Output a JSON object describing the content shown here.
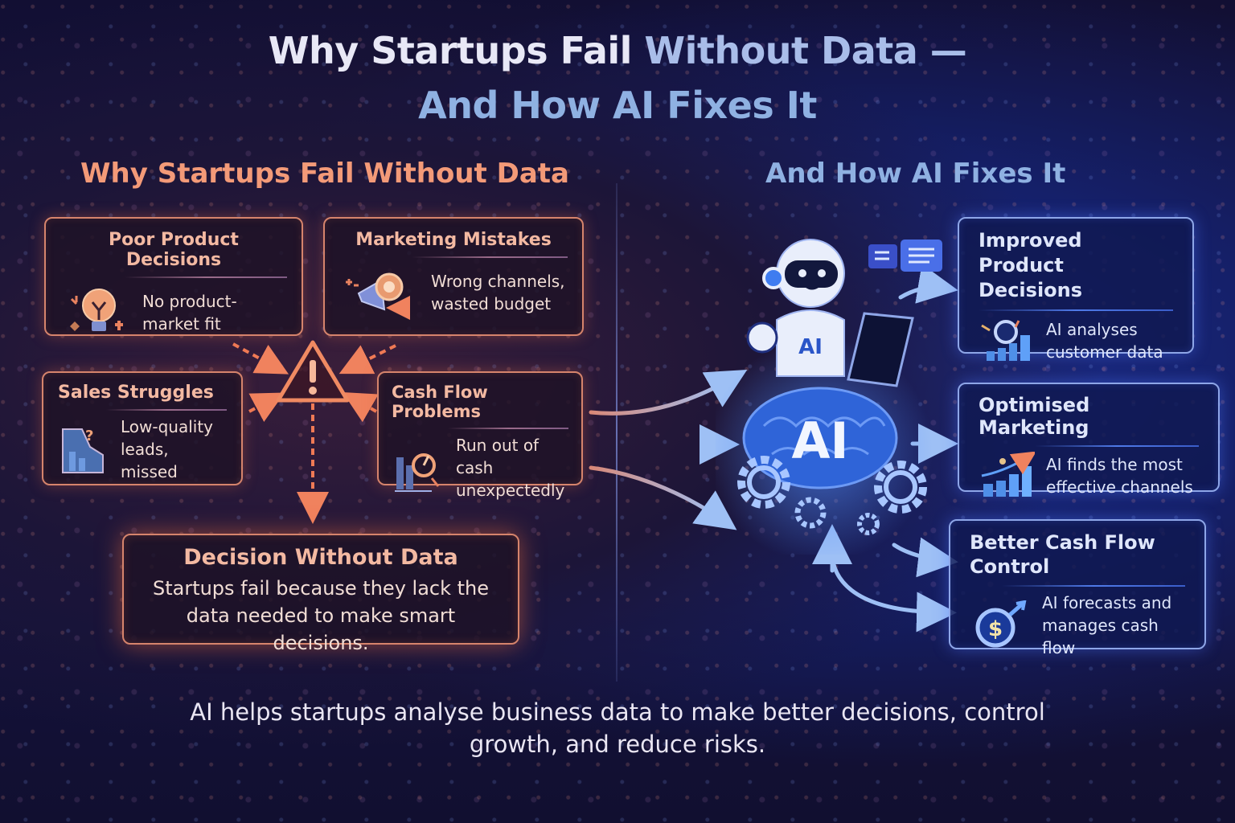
{
  "title": {
    "line1_part1": "Why Startups Fail ",
    "line1_part2": "Without Data —",
    "line2": "And How AI Fixes It"
  },
  "left_section": {
    "heading": "Why Startups Fail Without Data",
    "accent_color": "#f39a78",
    "cards": [
      {
        "title": "Poor Product Decisions",
        "icon": "lightbulb-icon",
        "desc_line1": "No product-",
        "desc_line2": "market fit"
      },
      {
        "title": "Marketing Mistakes",
        "icon": "megaphone-icon",
        "desc_line1": "Wrong channels,",
        "desc_line2": "wasted budget"
      },
      {
        "title": "Sales Struggles",
        "icon": "declining-chart-icon",
        "desc_line1": "Low-quality",
        "desc_line2": "leads, missed"
      },
      {
        "title": "Cash Flow Problems",
        "icon": "cash-timer-icon",
        "desc_line1": "Run out of cash",
        "desc_line2": "unexpectedly"
      }
    ],
    "center_icon": "warning-triangle-icon",
    "summary": {
      "title": "Decision Without Data",
      "desc_line1": "Startups fail because they lack the",
      "desc_line2": "data needed to make smart decisions."
    }
  },
  "right_section": {
    "heading": "And How AI Fixes It",
    "accent_color": "#8fb1e2",
    "robot_label": "AI",
    "brain_label": "AI",
    "cards": [
      {
        "title_line1": "Improved Product",
        "title_line2": "Decisions",
        "icon": "analytics-magnifier-icon",
        "desc_line1": "AI analyses",
        "desc_line2": "customer data"
      },
      {
        "title_line1": "Optimised Marketing",
        "title_line2": "",
        "icon": "growth-chart-icon",
        "desc_line1": "AI finds the most",
        "desc_line2": "effective channels"
      },
      {
        "title_line1": "Better Cash Flow",
        "title_line2": "Control",
        "icon": "dollar-coin-icon",
        "desc_line1": "AI forecasts and",
        "desc_line2": "manages cash flow"
      }
    ]
  },
  "footer": {
    "line1": "AI helps startups analyse business data to make better decisions, control",
    "line2": "growth, and reduce risks."
  }
}
